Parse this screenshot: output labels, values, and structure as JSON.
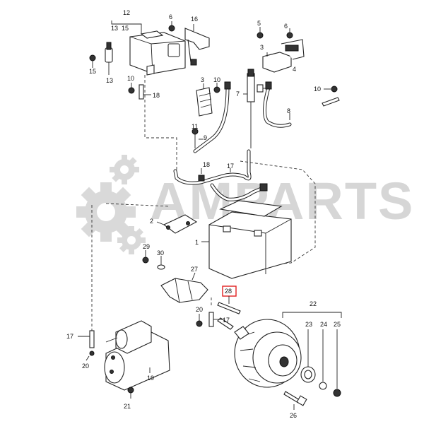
{
  "watermark": {
    "text": "AMPARTS",
    "color": "#d6d6d6"
  },
  "highlight": {
    "label": "28",
    "color": "#e02020"
  },
  "callouts": {
    "c12": "12",
    "c13a": "13",
    "c15a": "15",
    "c6a": "6",
    "c16": "16",
    "c15b": "15",
    "c13b": "13",
    "c5": "5",
    "c6b": "6",
    "c3a": "3",
    "c4": "4",
    "c10a": "10",
    "c18a": "18",
    "c3b": "3",
    "c10b": "10",
    "c7": "7",
    "c10c": "10",
    "c11": "11",
    "c9": "9",
    "c8": "8",
    "c18b": "18",
    "c17a": "17",
    "c2": "2",
    "c1": "1",
    "c29": "29",
    "c30": "30",
    "c27": "27",
    "c22": "22",
    "c23": "23",
    "c24": "24",
    "c25": "25",
    "c20a": "20",
    "c17b": "17",
    "c17c": "17",
    "c20b": "20",
    "c19": "19",
    "c21": "21",
    "c26": "26"
  },
  "icons": [
    "gear-icon",
    "battery-icon",
    "alternator-icon",
    "starter-motor-icon"
  ]
}
